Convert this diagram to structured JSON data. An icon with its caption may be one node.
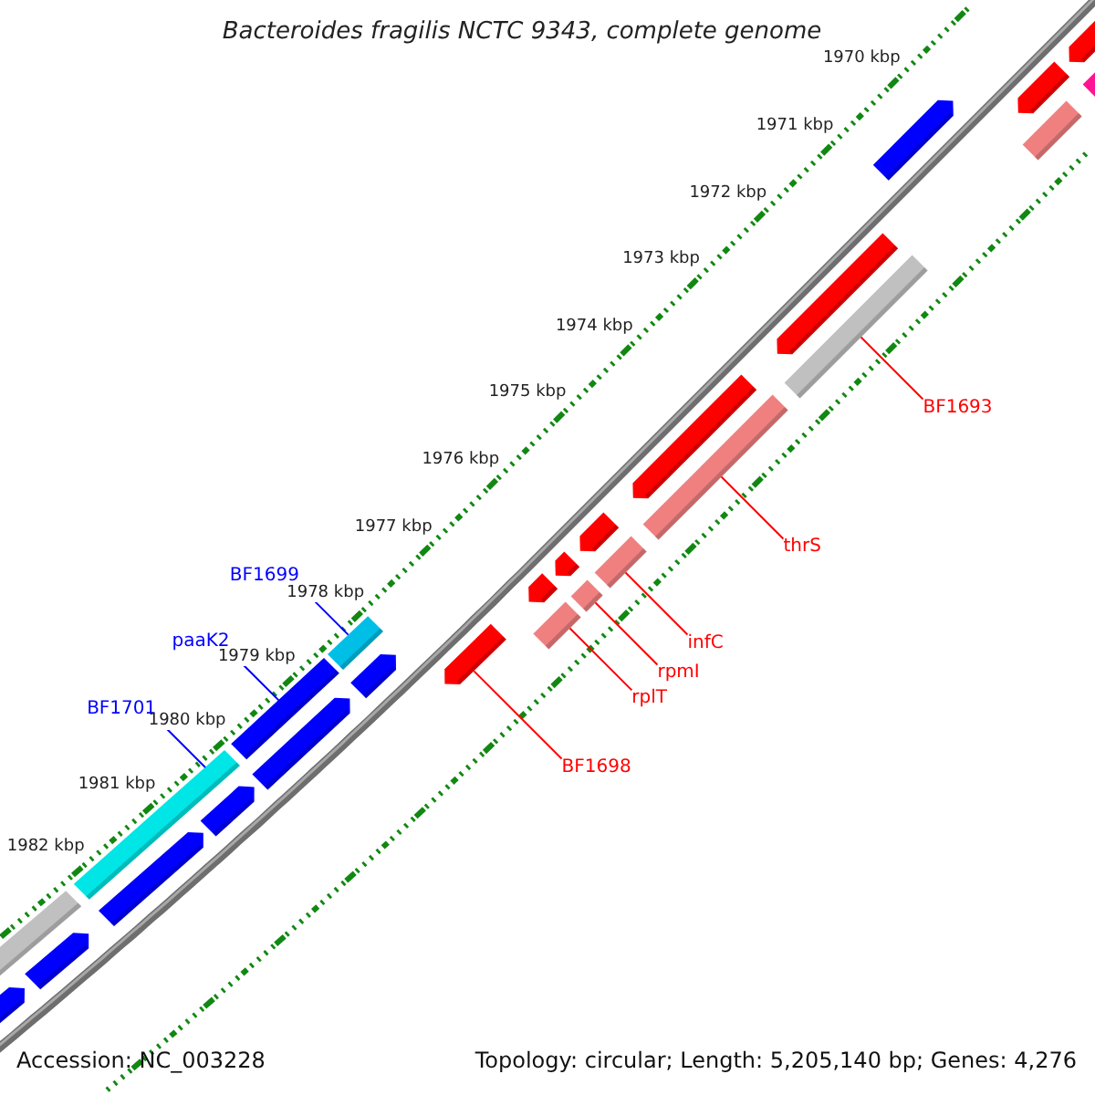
{
  "diagram": {
    "title": "Bacteroides fragilis NCTC 9343, complete genome",
    "nodes": [
      {
        "text": [
          "BF1693"
        ]
      },
      {
        "text": [],
        "shape": "bar"
      },
      {
        "text": [
          "thrS"
        ]
      },
      {
        "text": [],
        "shape": "bar"
      },
      {
        "text": [
          "infC"
        ]
      },
      {
        "text": [],
        "shape": "bar"
      },
      {
        "text": [
          "rpmI"
        ]
      },
      {
        "text": [],
        "shape": "bar"
      },
      {
        "text": [
          "rplT"
        ]
      },
      {
        "text": [],
        "shape": "bar"
      },
      {
        "text": [
          "BF1698"
        ]
      },
      {
        "text": [],
        "shape": "arrow"
      },
      {
        "text": [
          "BF1699"
        ]
      },
      {
        "text": [],
        "shape": "bar"
      },
      {
        "text": [
          "paaK2"
        ]
      },
      {
        "text": [],
        "shape": "bar"
      },
      {
        "text": [
          "BF1701"
        ]
      },
      {
        "text": [],
        "shape": "bar"
      },
      {
        "text": [],
        "shape": "arrow"
      },
      {
        "text": [],
        "shape": "arrow"
      },
      {
        "text": [],
        "shape": "arrow"
      },
      {
        "text": [],
        "shape": "arrow"
      },
      {
        "text": [],
        "shape": "arrow"
      },
      {
        "text": [],
        "shape": "arrow"
      },
      {
        "text": [],
        "shape": "arrow"
      },
      {
        "text": [],
        "shape": "bar"
      },
      {
        "text": [],
        "shape": "bar"
      },
      {
        "text": [],
        "shape": "arrow"
      },
      {
        "text": [],
        "shape": "arrow"
      },
      {
        "text": [],
        "shape": "arrow"
      },
      {
        "text": [],
        "shape": "arrow"
      },
      {
        "text": [],
        "shape": "arrow"
      },
      {
        "text": [],
        "shape": "arrow"
      },
      {
        "text": [],
        "shape": "arrow"
      },
      {
        "text": [],
        "shape": "bar"
      }
    ],
    "edges": [
      {
        "from": 0,
        "to": 1,
        "arrow": "none"
      },
      {
        "from": 2,
        "to": 3,
        "arrow": "none"
      },
      {
        "from": 4,
        "to": 5,
        "arrow": "none"
      },
      {
        "from": 6,
        "to": 7,
        "arrow": "none"
      },
      {
        "from": 8,
        "to": 9,
        "arrow": "none"
      },
      {
        "from": 10,
        "to": 11,
        "arrow": "none"
      },
      {
        "from": 12,
        "to": 13,
        "arrow": "none",
        "color": "#0000ff"
      },
      {
        "from": 14,
        "to": 15,
        "arrow": "none",
        "color": "#0000ff"
      },
      {
        "from": 16,
        "to": 17,
        "arrow": "none",
        "color": "#0000ff"
      }
    ],
    "labels": [
      "1970 kbp",
      "1971 kbp",
      "1972 kbp",
      "1973 kbp",
      "1974 kbp",
      "1975 kbp",
      "1976 kbp",
      "1977 kbp",
      "1978 kbp",
      "1979 kbp",
      "1980 kbp",
      "1981 kbp",
      "1982 kbp",
      "Accession: NC_003228",
      "Topology: circular; Length: 5,205,140 bp; Genes: 4,276"
    ]
  }
}
